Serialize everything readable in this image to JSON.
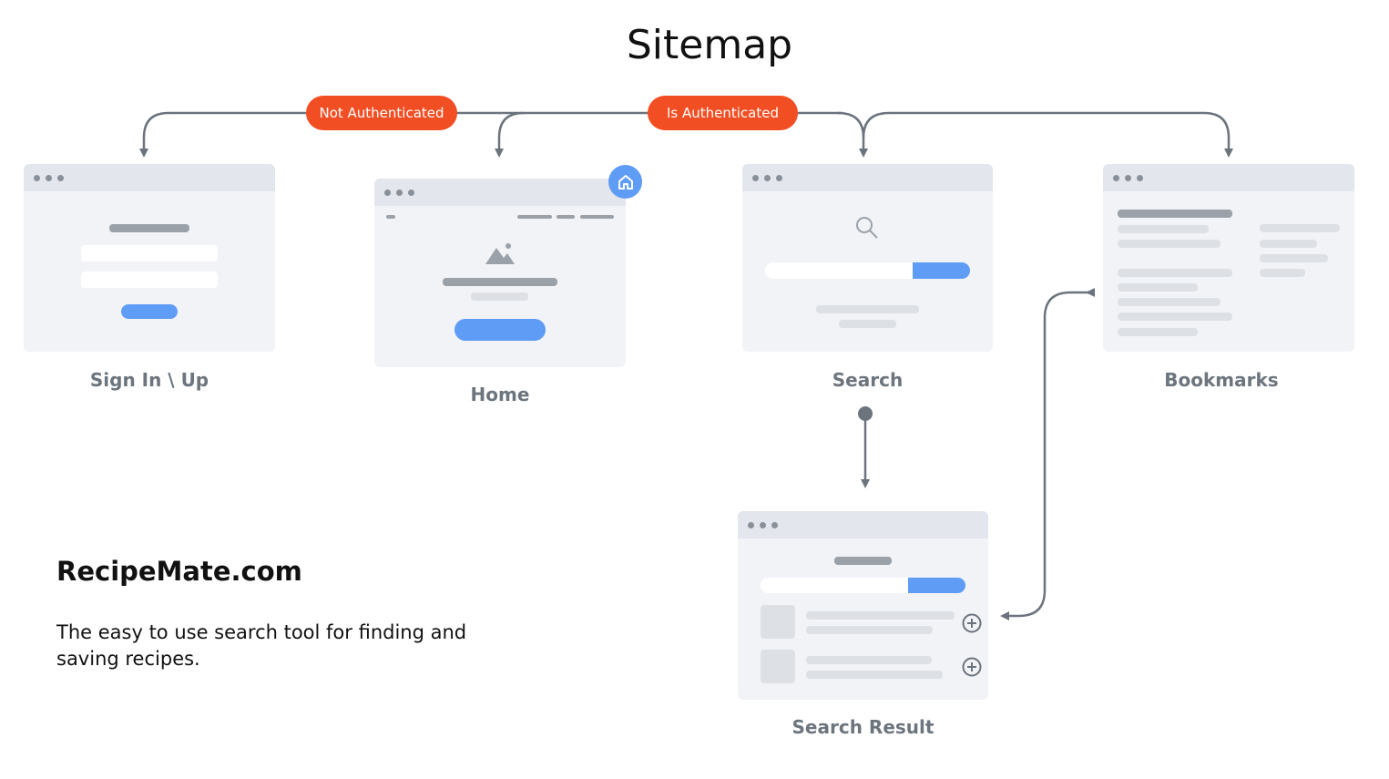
{
  "title": "Sitemap",
  "conditions": {
    "not_authenticated": "Not Authenticated",
    "is_authenticated": "Is Authenticated"
  },
  "pages": {
    "signin": "Sign In \\ Up",
    "home": "Home",
    "search": "Search",
    "bookmarks": "Bookmarks",
    "search_result": "Search Result"
  },
  "brand": "RecipeMate.com",
  "tagline": "The easy to use search tool for finding and saving recipes.",
  "colors": {
    "accent": "#f24e23",
    "primary": "#5f9cf5",
    "connector": "#6b737d"
  },
  "icons": [
    "home-icon",
    "search-icon",
    "image-icon",
    "plus-circle-icon",
    "arrow-icon"
  ]
}
